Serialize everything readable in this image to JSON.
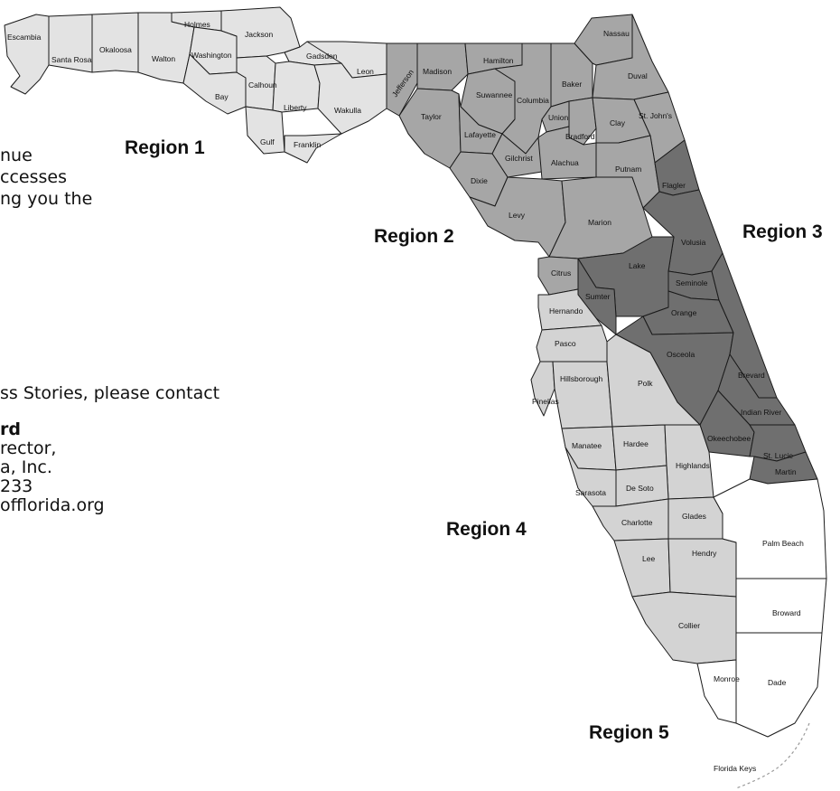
{
  "colors": {
    "region1": "#e3e3e3",
    "region2": "#a6a6a6",
    "region3": "#6f6f6f",
    "region4": "#d3d3d3",
    "region5": "#ffffff",
    "outline": "#1a1a1a",
    "text": "#111111"
  },
  "regions": {
    "r1": "Region 1",
    "r2": "Region 2",
    "r3": "Region 3",
    "r4": "Region 4",
    "r5": "Region 5"
  },
  "side_text": {
    "line1": "nue",
    "line2": "ccesses",
    "line3": "ng you the",
    "line4": "ss Stories, please contact",
    "line5": "rd",
    "line6": "rector,",
    "line7": "a, Inc.",
    "line8": "233",
    "line9": "offlorida.org"
  },
  "counties": {
    "escambia": "Escambia",
    "santa_rosa": "Santa Rosa",
    "okaloosa": "Okaloosa",
    "walton": "Walton",
    "holmes": "Holmes",
    "washington": "Washington",
    "jackson": "Jackson",
    "bay": "Bay",
    "calhoun": "Calhoun",
    "gadsden": "Gadsden",
    "leon": "Leon",
    "liberty": "Liberty",
    "wakulla": "Wakulla",
    "gulf": "Gulf",
    "franklin": "Franklin",
    "jefferson": "Jefferson",
    "madison": "Madison",
    "hamilton": "Hamilton",
    "suwannee": "Suwannee",
    "taylor": "Taylor",
    "lafayette": "Lafayette",
    "columbia": "Columbia",
    "baker": "Baker",
    "union": "Union",
    "bradford": "Bradford",
    "gilchrist": "Gilchrist",
    "alachua": "Alachua",
    "dixie": "Dixie",
    "levy": "Levy",
    "marion": "Marion",
    "citrus": "Citrus",
    "nassau": "Nassau",
    "duval": "Duval",
    "clay": "Clay",
    "st_johns": "St. John's",
    "putnam": "Putnam",
    "flagler": "Flagler",
    "volusia": "Volusia",
    "lake": "Lake",
    "seminole": "Seminole",
    "sumter": "Sumter",
    "orange": "Orange",
    "osceola": "Osceola",
    "brevard": "Brevard",
    "indian_river": "Indian River",
    "okeechobee": "Okeechobee",
    "st_lucie": "St. Lucie",
    "martin": "Martin",
    "hernando": "Hernando",
    "pasco": "Pasco",
    "pinellas": "Pinellas",
    "hillsborough": "Hillsborough",
    "polk": "Polk",
    "manatee": "Manatee",
    "hardee": "Hardee",
    "highlands": "Highlands",
    "sarasota": "Sarasota",
    "de_soto": "De Soto",
    "charlotte": "Charlotte",
    "glades": "Glades",
    "lee": "Lee",
    "hendry": "Hendry",
    "collier": "Collier",
    "palm_beach": "Palm Beach",
    "broward": "Broward",
    "monroe": "Monroe",
    "dade": "Dade",
    "florida_keys": "Florida Keys"
  }
}
